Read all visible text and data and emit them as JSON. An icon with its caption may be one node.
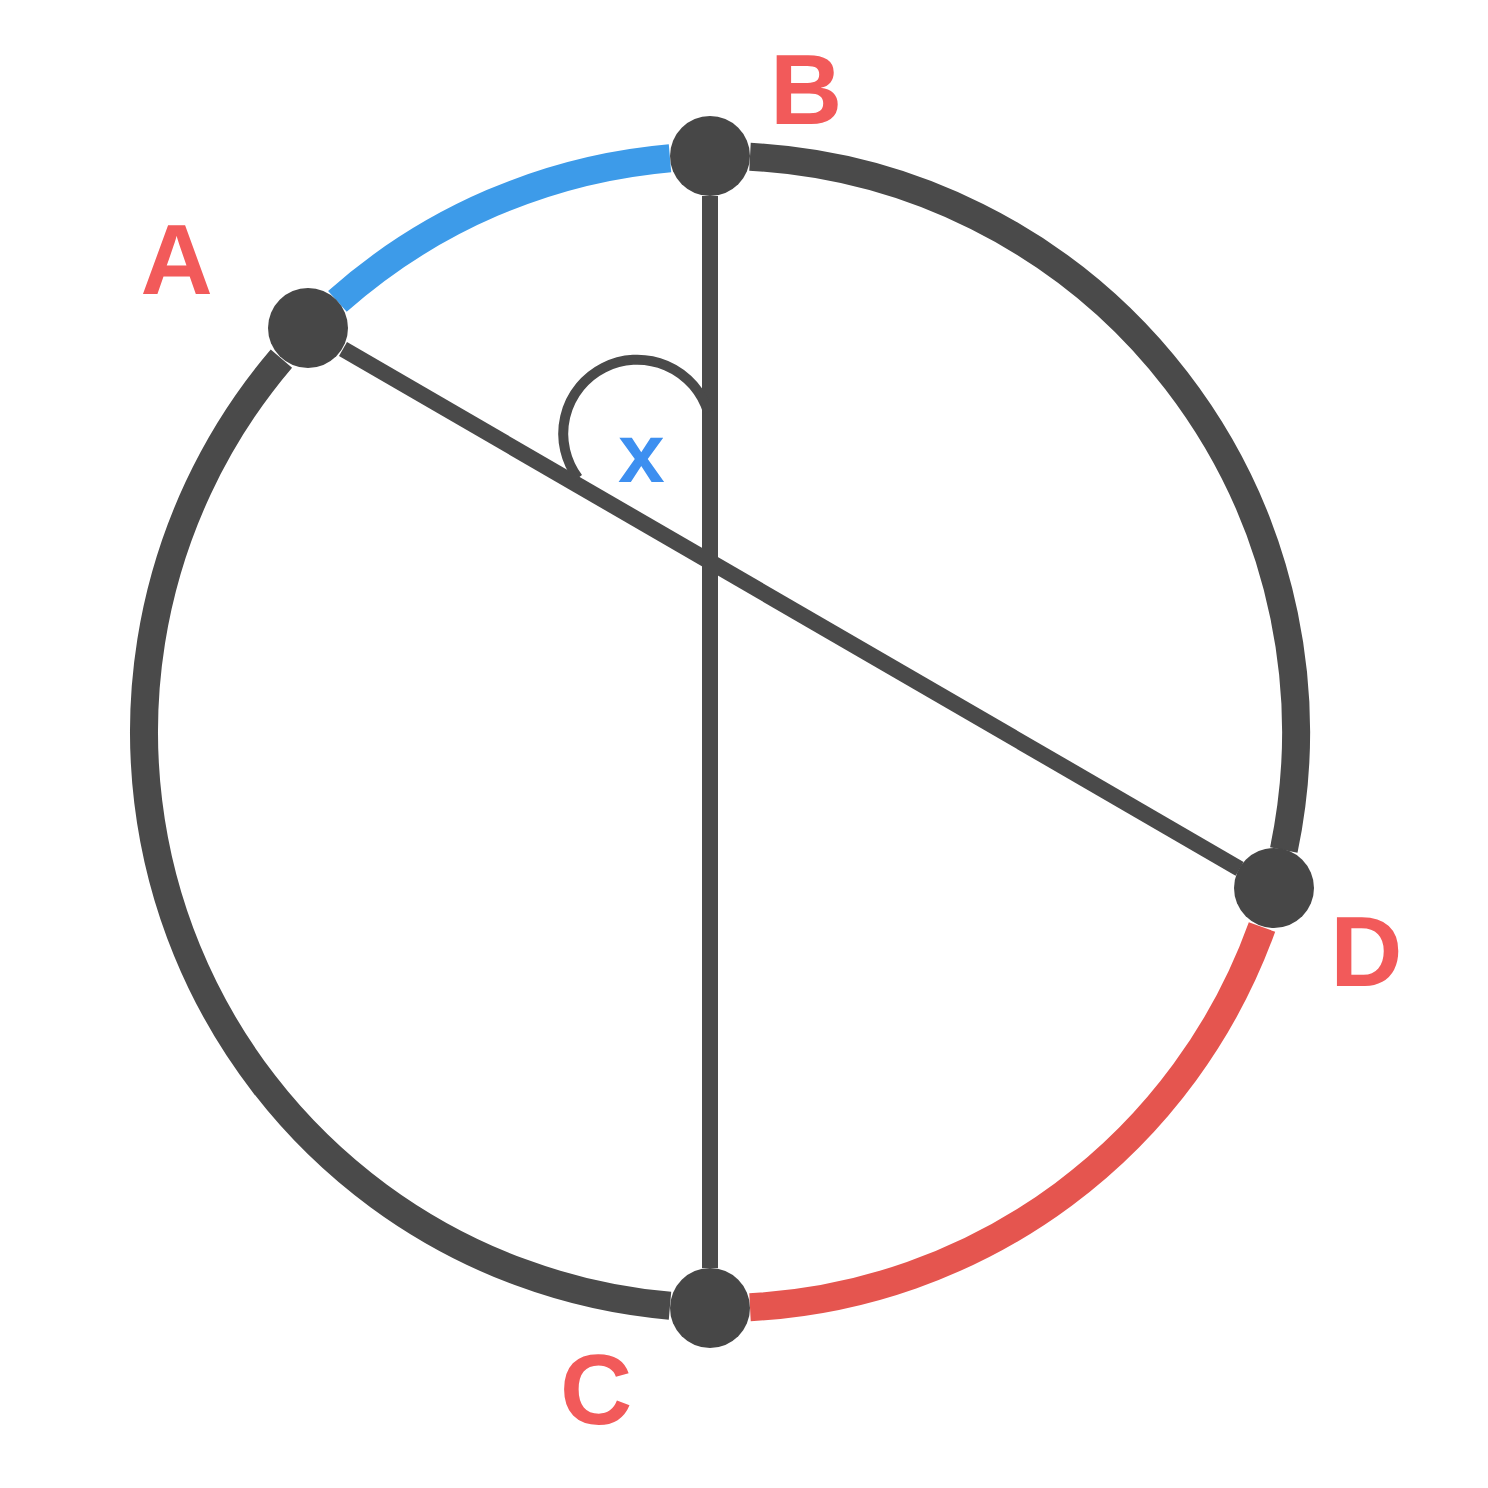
{
  "diagram": {
    "nodes": [
      {
        "text": [
          "A"
        ]
      },
      {
        "text": [
          "B"
        ]
      },
      {
        "text": [
          "C"
        ]
      },
      {
        "text": [
          "D"
        ]
      }
    ],
    "edges": [
      {
        "from": 0,
        "to": 1,
        "arrow": "none",
        "color": "#3d9be9"
      },
      {
        "from": 1,
        "to": 3,
        "arrow": "none"
      },
      {
        "from": 3,
        "to": 2,
        "arrow": "none",
        "color": "#e5554f"
      },
      {
        "from": 2,
        "to": 0,
        "arrow": "none"
      },
      {
        "from": 0,
        "to": 3,
        "arrow": "none"
      },
      {
        "from": 1,
        "to": 2,
        "arrow": "none"
      }
    ],
    "labels": [
      "x"
    ]
  }
}
